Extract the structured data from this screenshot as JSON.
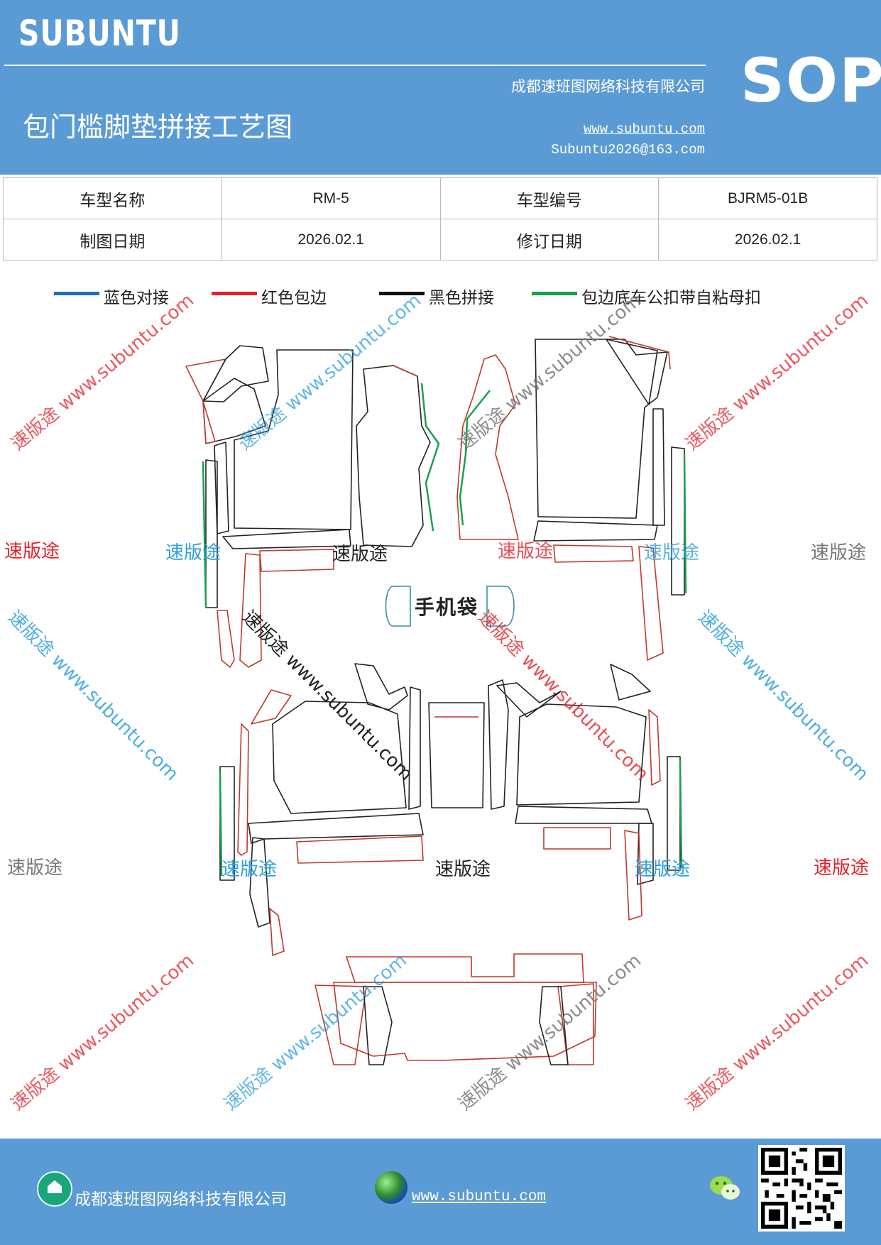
{
  "header": {
    "brand": "SUBUNTU",
    "badge": "SOP",
    "company": "成都速班图网络科技有限公司",
    "title": "包门槛脚垫拼接工艺图",
    "website": "www.subuntu.com",
    "email": "Subuntu2026@163.com"
  },
  "info_table": {
    "rows": [
      [
        "车型名称",
        "RM-5",
        "车型编号",
        "BJRM5-01B"
      ],
      [
        "制图日期",
        "2026.02.1",
        "修订日期",
        "2026.02.1"
      ]
    ]
  },
  "legend": [
    {
      "label": "蓝色对接",
      "color": "#1a6fbf"
    },
    {
      "label": "红色包边",
      "color": "#e8202a"
    },
    {
      "label": "黑色拼接",
      "color": "#111111"
    },
    {
      "label": "包边底车公扣带自粘母扣",
      "color": "#1aa04a"
    }
  ],
  "diagram": {
    "pocket_label": "手机袋"
  },
  "watermarks": {
    "short": "速版途",
    "long": "速版途 www.subuntu.com"
  },
  "footer": {
    "company": "成都速班图网络科技有限公司",
    "website": "www.subuntu.com",
    "icons": [
      "home-icon",
      "globe-icon",
      "wechat-icon",
      "qr-code"
    ]
  }
}
